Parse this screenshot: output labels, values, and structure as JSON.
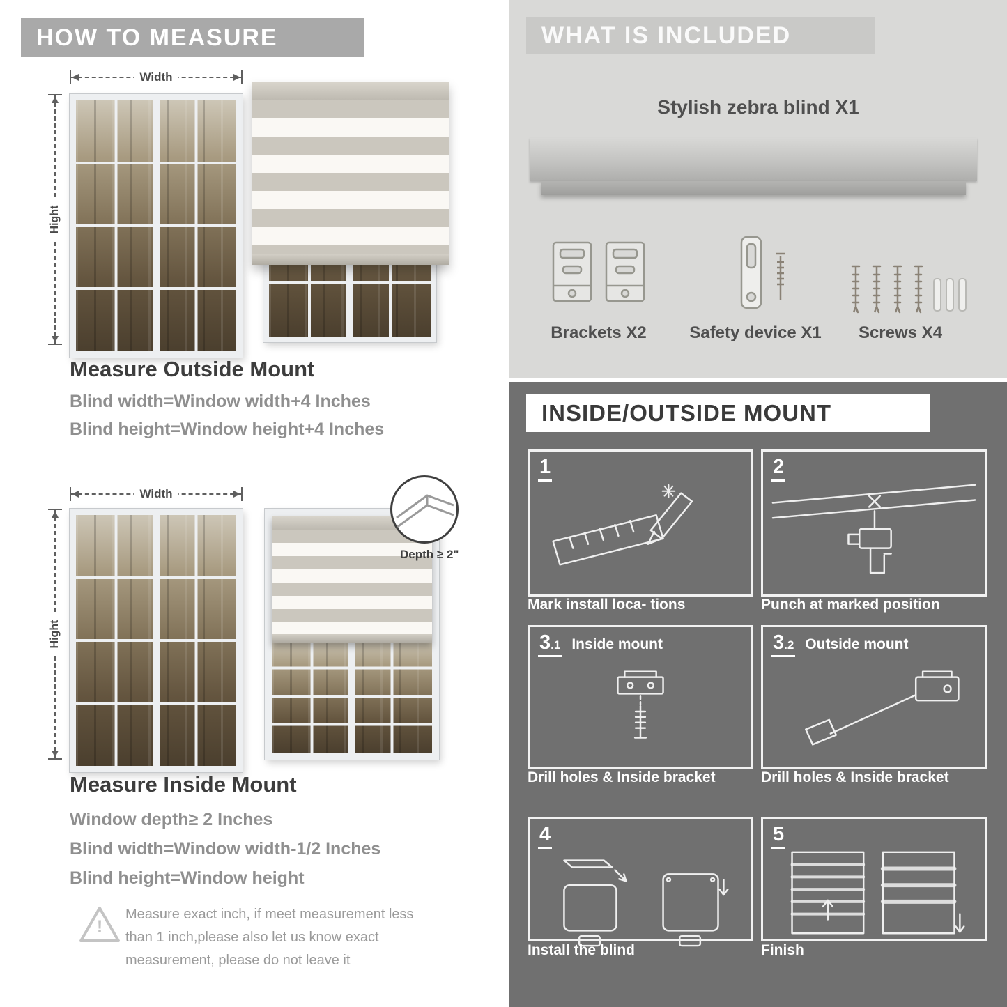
{
  "colors": {
    "banner_gray": "#a9a9a9",
    "light_section_bg": "#d9d9d7",
    "included_band_bg": "#c9c9c7",
    "dark_section_bg": "#707070",
    "heading_text": "#3d3d3d",
    "body_text": "#8f8f8f"
  },
  "left": {
    "header": "HOW TO MEASURE",
    "outside": {
      "width_label": "Width",
      "height_label": "Hight",
      "title": "Measure Outside Mount",
      "line1": "Blind width=Window width+4 Inches",
      "line2": "Blind height=Window height+4 Inches"
    },
    "inside": {
      "width_label": "Width",
      "height_label": "Hight",
      "depth_label": "Depth ≥ 2\"",
      "title": "Measure Inside Mount",
      "line1": "Window depth≥ 2 Inches",
      "line2": "Blind width=Window width-1/2 Inches",
      "line3": "Blind height=Window height"
    },
    "warning_mark": "!",
    "warning_text": "Measure exact inch, if meet measurement less than 1 inch,please also let us know exact measurement, please do not leave it"
  },
  "included": {
    "header": "WHAT IS INCLUDED",
    "blind_label": "Stylish zebra blind X1",
    "parts": [
      {
        "label": "Brackets X2"
      },
      {
        "label": "Safety device X1"
      },
      {
        "label": "Screws X4"
      }
    ]
  },
  "mount": {
    "header": "INSIDE/OUTSIDE MOUNT",
    "steps": [
      {
        "num": "1",
        "sub": "",
        "title": "",
        "caption": "Mark install loca- tions"
      },
      {
        "num": "2",
        "sub": "",
        "title": "",
        "caption": "Punch at  marked position"
      },
      {
        "num": "3",
        "sub": ".1",
        "title": "Inside mount",
        "caption": "Drill holes &  Inside bracket"
      },
      {
        "num": "3",
        "sub": ".2",
        "title": "Outside mount",
        "caption": "Drill holes &  Inside bracket"
      },
      {
        "num": "4",
        "sub": "",
        "title": "",
        "caption": "Install the blind"
      },
      {
        "num": "5",
        "sub": "",
        "title": "",
        "caption": "Finish"
      }
    ]
  }
}
